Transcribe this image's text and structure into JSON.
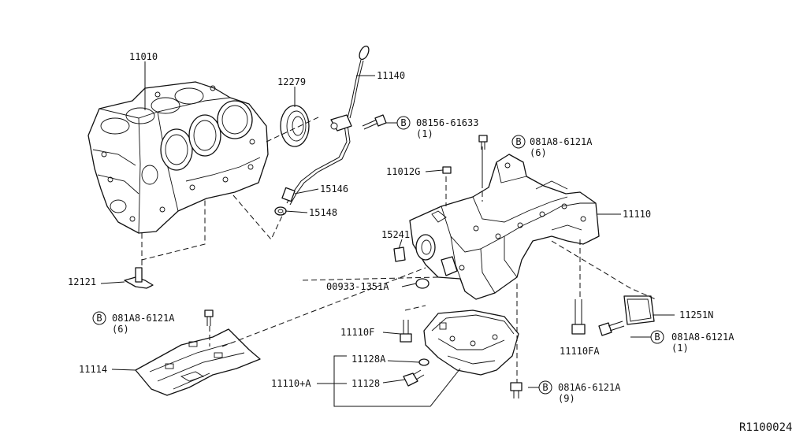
{
  "parts": {
    "p11010": "11010",
    "p12279": "12279",
    "p11140": "11140",
    "p08156": "08156-61633",
    "q08156": "(1)",
    "p081a8_top": "081A8-6121A",
    "q081a8_top": "(6)",
    "p11012g": "11012G",
    "p15146": "15146",
    "p15148": "15148",
    "p11110": "11110",
    "p15241": "15241",
    "p00933": "00933-1351A",
    "p12121": "12121",
    "p081a8_left": "081A8-6121A",
    "q081a8_left": "(6)",
    "p11110f": "11110F",
    "p11251n": "11251N",
    "p081a8_right": "081A8-6121A",
    "q081a8_right": "(1)",
    "p11110fa": "11110FA",
    "p11114": "11114",
    "p11128a": "11128A",
    "p11110a": "11110+A",
    "p11128": "11128",
    "p081a6": "081A6-6121A",
    "q081a6": "(9)"
  },
  "bolt_marker": "B",
  "reference": "R1100024"
}
